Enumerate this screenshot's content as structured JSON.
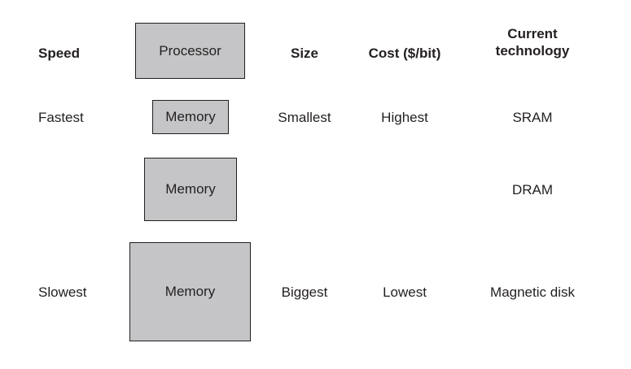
{
  "headers": {
    "speed": "Speed",
    "size": "Size",
    "cost": "Cost ($/bit)",
    "technology_line1": "Current",
    "technology_line2": "technology"
  },
  "processor_label": "Processor",
  "levels": [
    {
      "memory_label": "Memory",
      "speed": "Fastest",
      "size": "Smallest",
      "cost": "Highest",
      "technology": "SRAM"
    },
    {
      "memory_label": "Memory",
      "speed": "",
      "size": "",
      "cost": "",
      "technology": "DRAM"
    },
    {
      "memory_label": "Memory",
      "speed": "Slowest",
      "size": "Biggest",
      "cost": "Lowest",
      "technology": "Magnetic disk"
    }
  ],
  "colors": {
    "box_fill": "#c5c5c7",
    "outline": "#231f20",
    "background": "#ffffff"
  }
}
